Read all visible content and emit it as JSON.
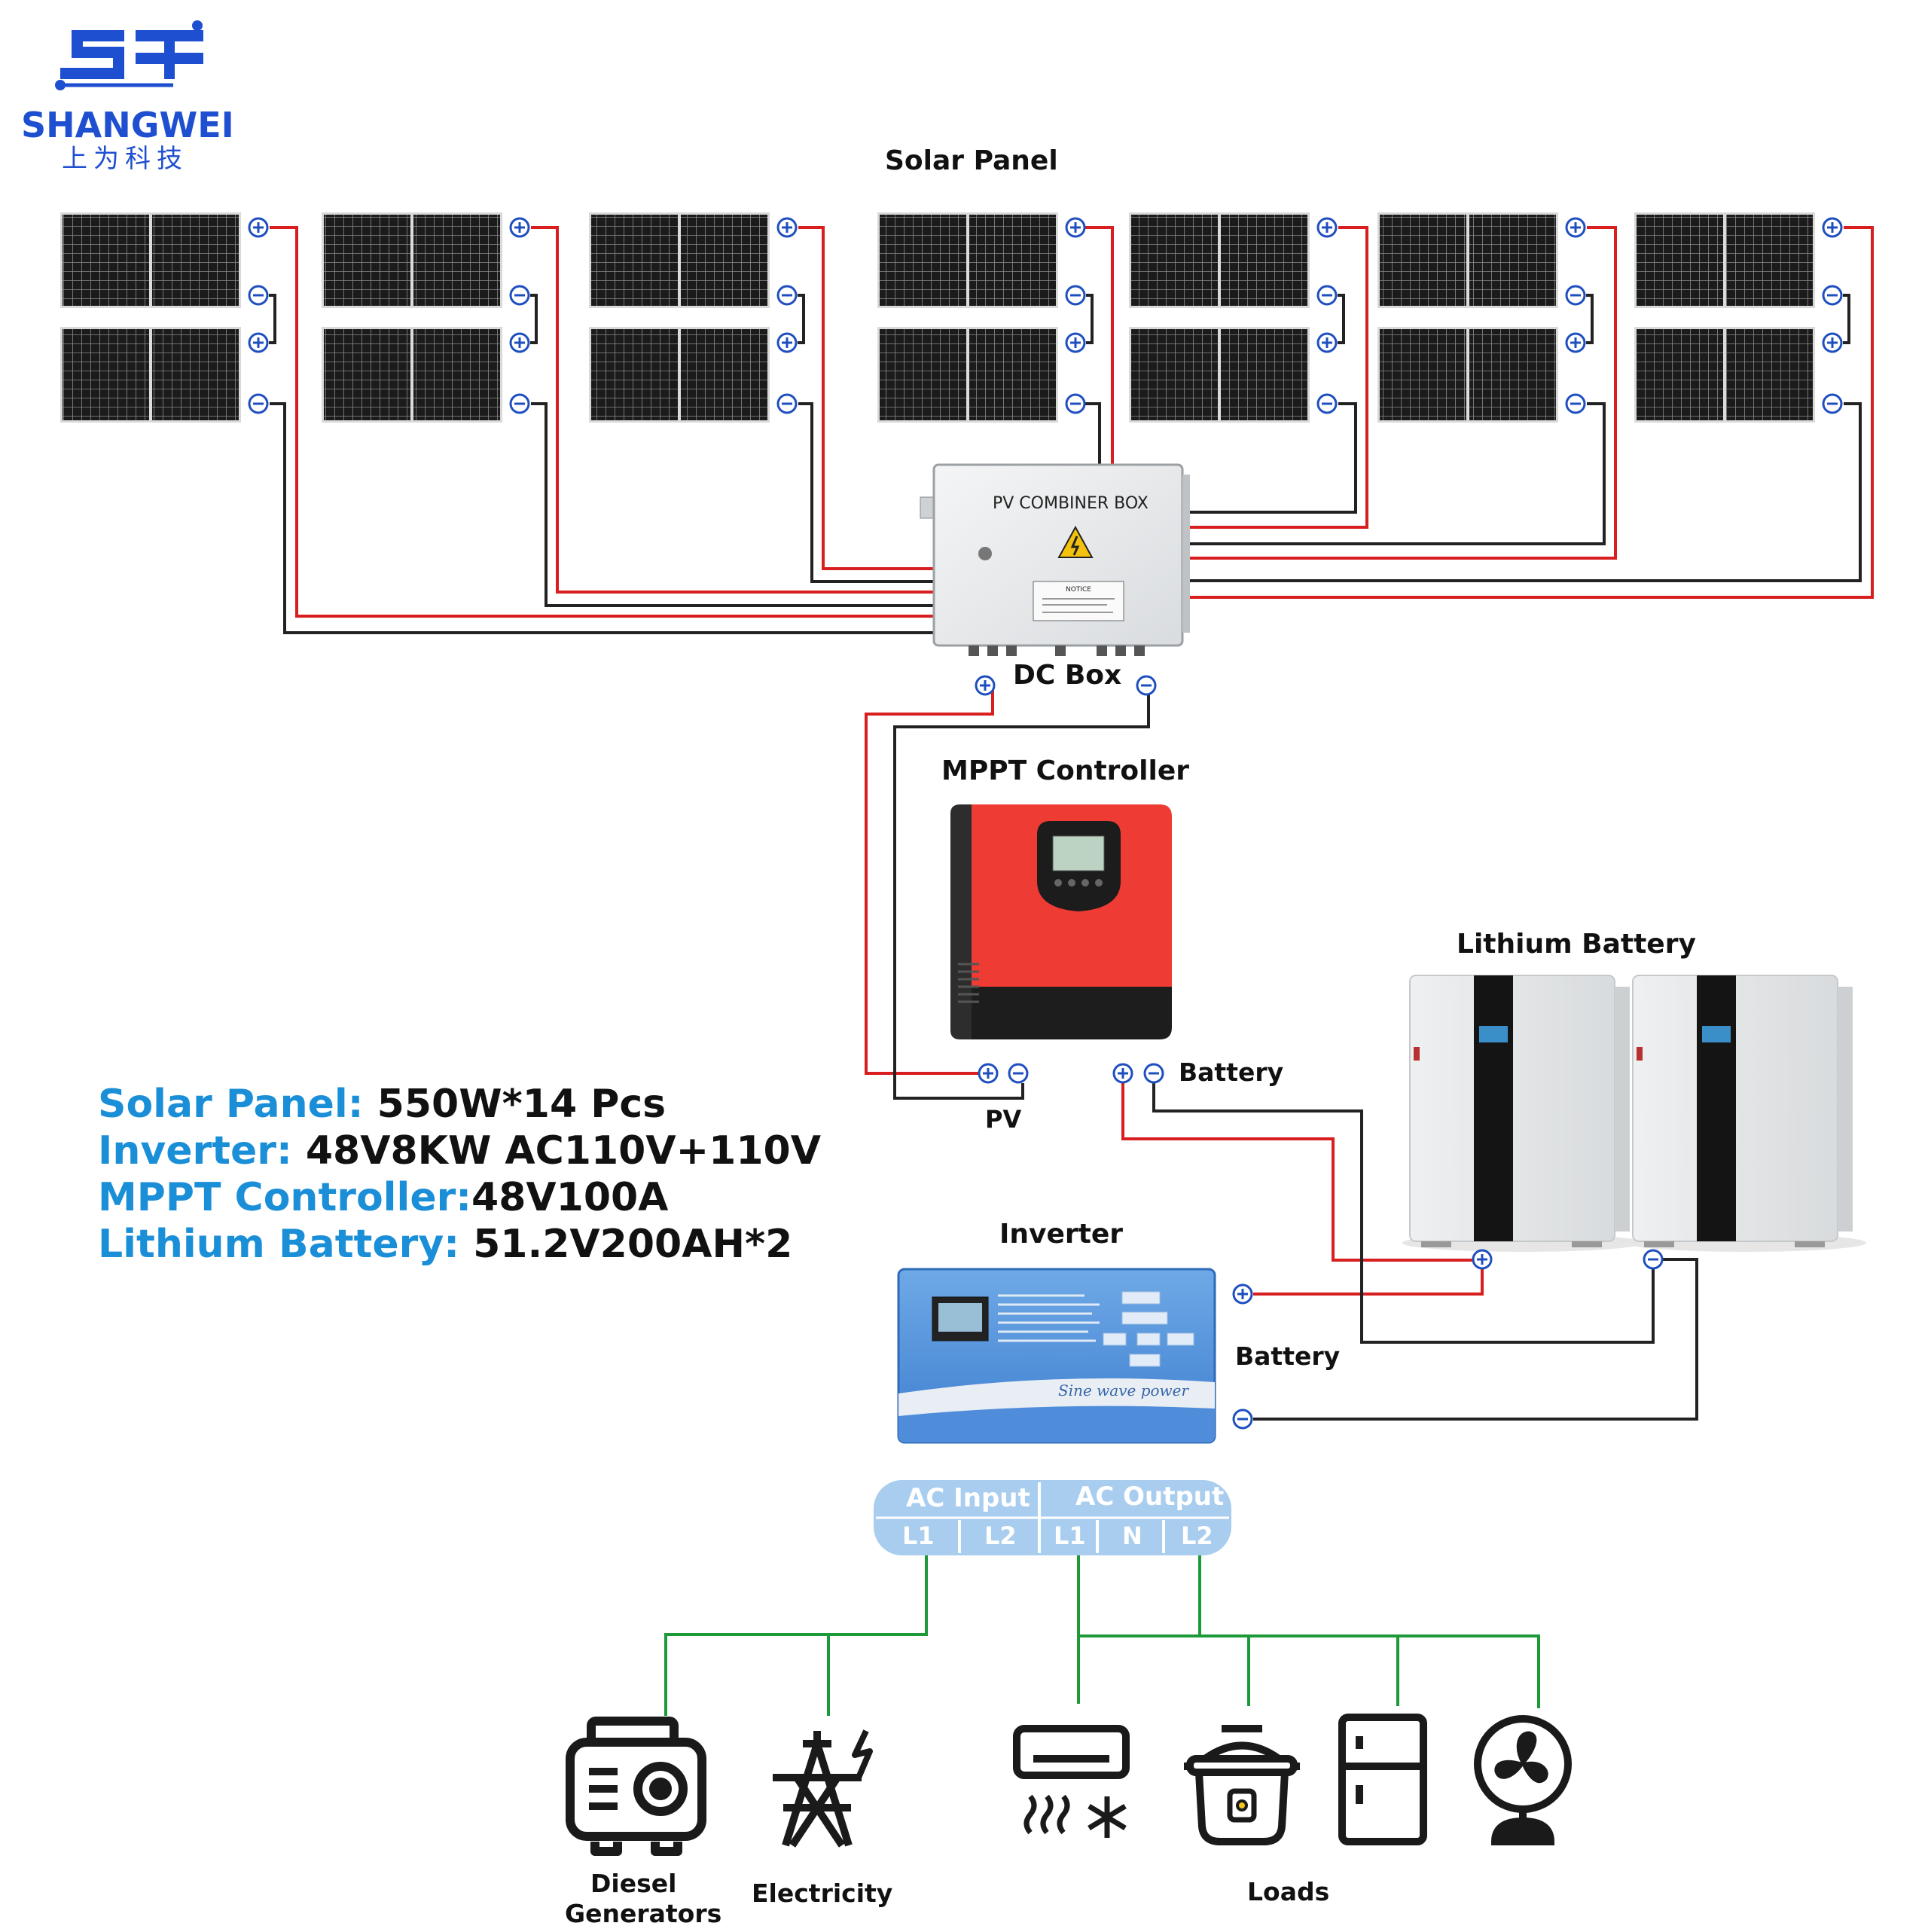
{
  "brand": {
    "name": "SHANGWEI",
    "name_cn": "上为科技",
    "color": "#1e4fd0"
  },
  "colors": {
    "positive": "#d81e1e",
    "negative": "#222222",
    "ac": "#1c9a3a",
    "terminal": "#1f4fbf",
    "spec_key": "#1a8fd8",
    "ac_bar": "#a9cdee"
  },
  "titles": {
    "solar_panel": "Solar Panel",
    "dc_box": "DC Box",
    "mppt": "MPPT Controller",
    "lithium": "Lithium Battery",
    "inverter": "Inverter"
  },
  "combiner": {
    "label": "PV  COMBINER  BOX",
    "notice": "NOTICE"
  },
  "mppt_ports": {
    "pv": "PV",
    "battery": "Battery"
  },
  "inverter_port": "Battery",
  "inverter_face": {
    "slogan": "Sine wave power"
  },
  "specs": [
    {
      "key": "Solar Panel:",
      "value": " 550W*14 Pcs"
    },
    {
      "key": "Inverter:",
      "value": " 48V8KW AC110V+110V"
    },
    {
      "key": "MPPT Controller:",
      "value": "48V100A"
    },
    {
      "key": "Lithium Battery:",
      "value": " 51.2V200AH*2"
    }
  ],
  "ac_bar": {
    "input": "AC Input",
    "output": "AC Output",
    "input_l1": "L1",
    "input_l2": "L2",
    "out_l1": "L1",
    "out_n": "N",
    "out_l2": "L2"
  },
  "devices": {
    "generator": [
      "Diesel",
      "Generators"
    ],
    "electricity": "Electricity",
    "loads": "Loads"
  },
  "icons": [
    "generator-icon",
    "power-tower-icon",
    "air-conditioner-icon",
    "rice-cooker-icon",
    "refrigerator-icon",
    "fan-icon"
  ]
}
